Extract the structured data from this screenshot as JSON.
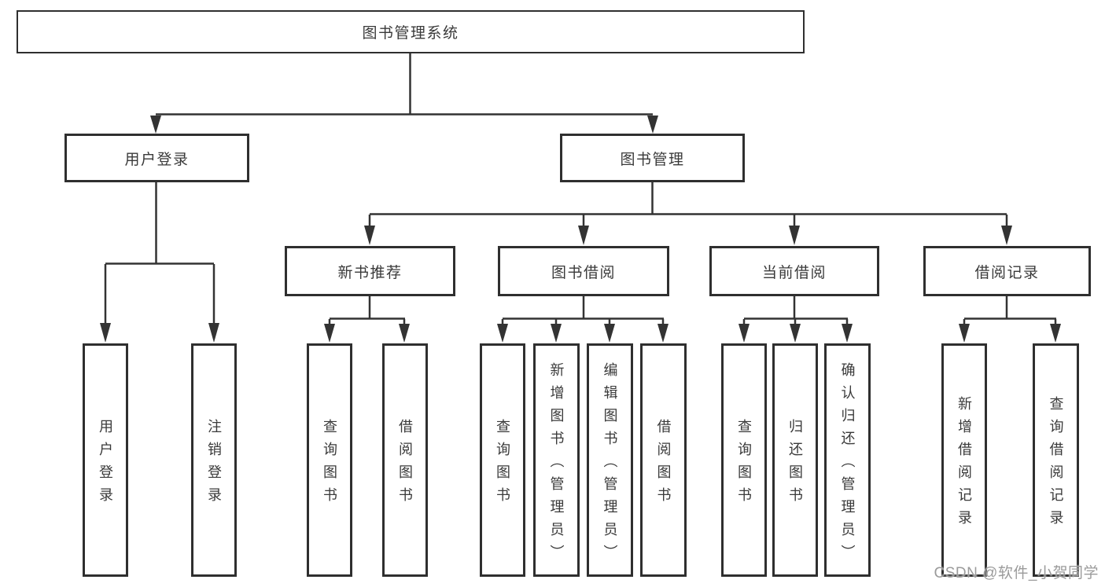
{
  "colors": {
    "line": "#333333",
    "box_border": "#2f2f2f",
    "text": "#3a3a3a",
    "watermark": "#9b9b9b",
    "background": "#ffffff"
  },
  "diagram_type": "hierarchy-tree",
  "nodes": {
    "root": {
      "label": "图书管理系统"
    },
    "user_login": {
      "label": "用户登录"
    },
    "book_mgmt": {
      "label": "图书管理"
    },
    "new_books": {
      "label": "新书推荐"
    },
    "borrowing": {
      "label": "图书借阅"
    },
    "current": {
      "label": "当前借阅"
    },
    "records": {
      "label": "借阅记录"
    }
  },
  "leaves": {
    "user_login": "用户登录",
    "logout": "注销登录",
    "nb_query": "查询图书",
    "nb_borrow": "借阅图书",
    "bw_query": "查询图书",
    "bw_add": "新增图书（管理员）",
    "bw_edit": "编辑图书（管理员）",
    "bw_borrow": "借阅图书",
    "cur_query": "查询图书",
    "cur_return": "归还图书",
    "cur_confirm": "确认归还（管理员）",
    "rec_add": "新增借阅记录",
    "rec_query": "查询借阅记录"
  },
  "watermark": "CSDN @软件_小贺同学"
}
